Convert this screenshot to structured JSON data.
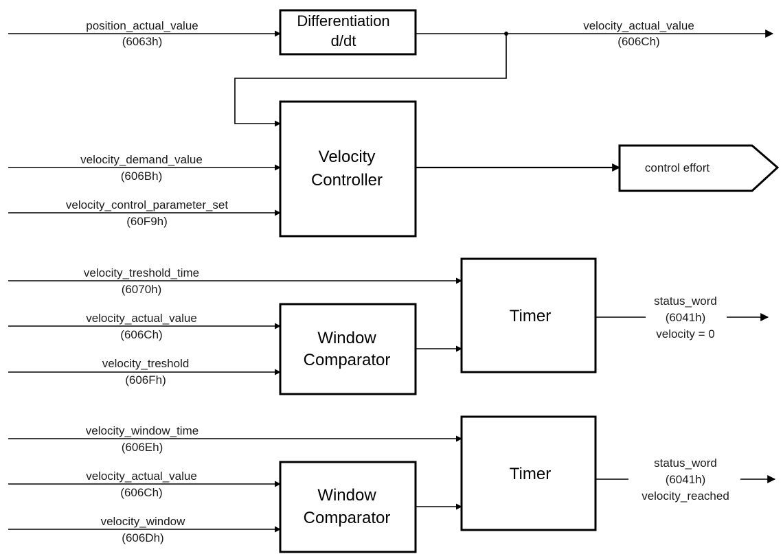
{
  "signals": {
    "position_in": {
      "name": "position_actual_value",
      "index": "(6063h)"
    },
    "velocity_out": {
      "name": "velocity_actual_value",
      "index": "(606Ch)"
    },
    "demand": {
      "name": "velocity_demand_value",
      "index": "(606Bh)"
    },
    "param_set": {
      "name": "velocity_control_parameter_set",
      "index": "(60F9h)"
    },
    "threshold_time": {
      "name": "velocity_treshold_time",
      "index": "(6070h)"
    },
    "actual_1": {
      "name": "velocity_actual_value",
      "index": "(606Ch)"
    },
    "threshold": {
      "name": "velocity_treshold",
      "index": "(606Fh)"
    },
    "window_time": {
      "name": "velocity_window_time",
      "index": "(606Eh)"
    },
    "actual_2": {
      "name": "velocity_actual_value",
      "index": "(606Ch)"
    },
    "window": {
      "name": "velocity_window",
      "index": "(606Dh)"
    }
  },
  "blocks": {
    "differentiation": {
      "line1": "Differentiation",
      "line2": "d/dt"
    },
    "velocity_controller": {
      "line1": "Velocity",
      "line2": "Controller"
    },
    "control_effort": "control effort",
    "window_comparator_1": {
      "line1": "Window",
      "line2": "Comparator"
    },
    "timer_1": "Timer",
    "window_comparator_2": {
      "line1": "Window",
      "line2": "Comparator"
    },
    "timer_2": "Timer"
  },
  "outputs": {
    "status_1": {
      "line1": "status_word",
      "line2": "(6041h)",
      "line3": "velocity = 0"
    },
    "status_2": {
      "line1": "status_word",
      "line2": "(6041h)",
      "line3": "velocity_reached"
    }
  }
}
